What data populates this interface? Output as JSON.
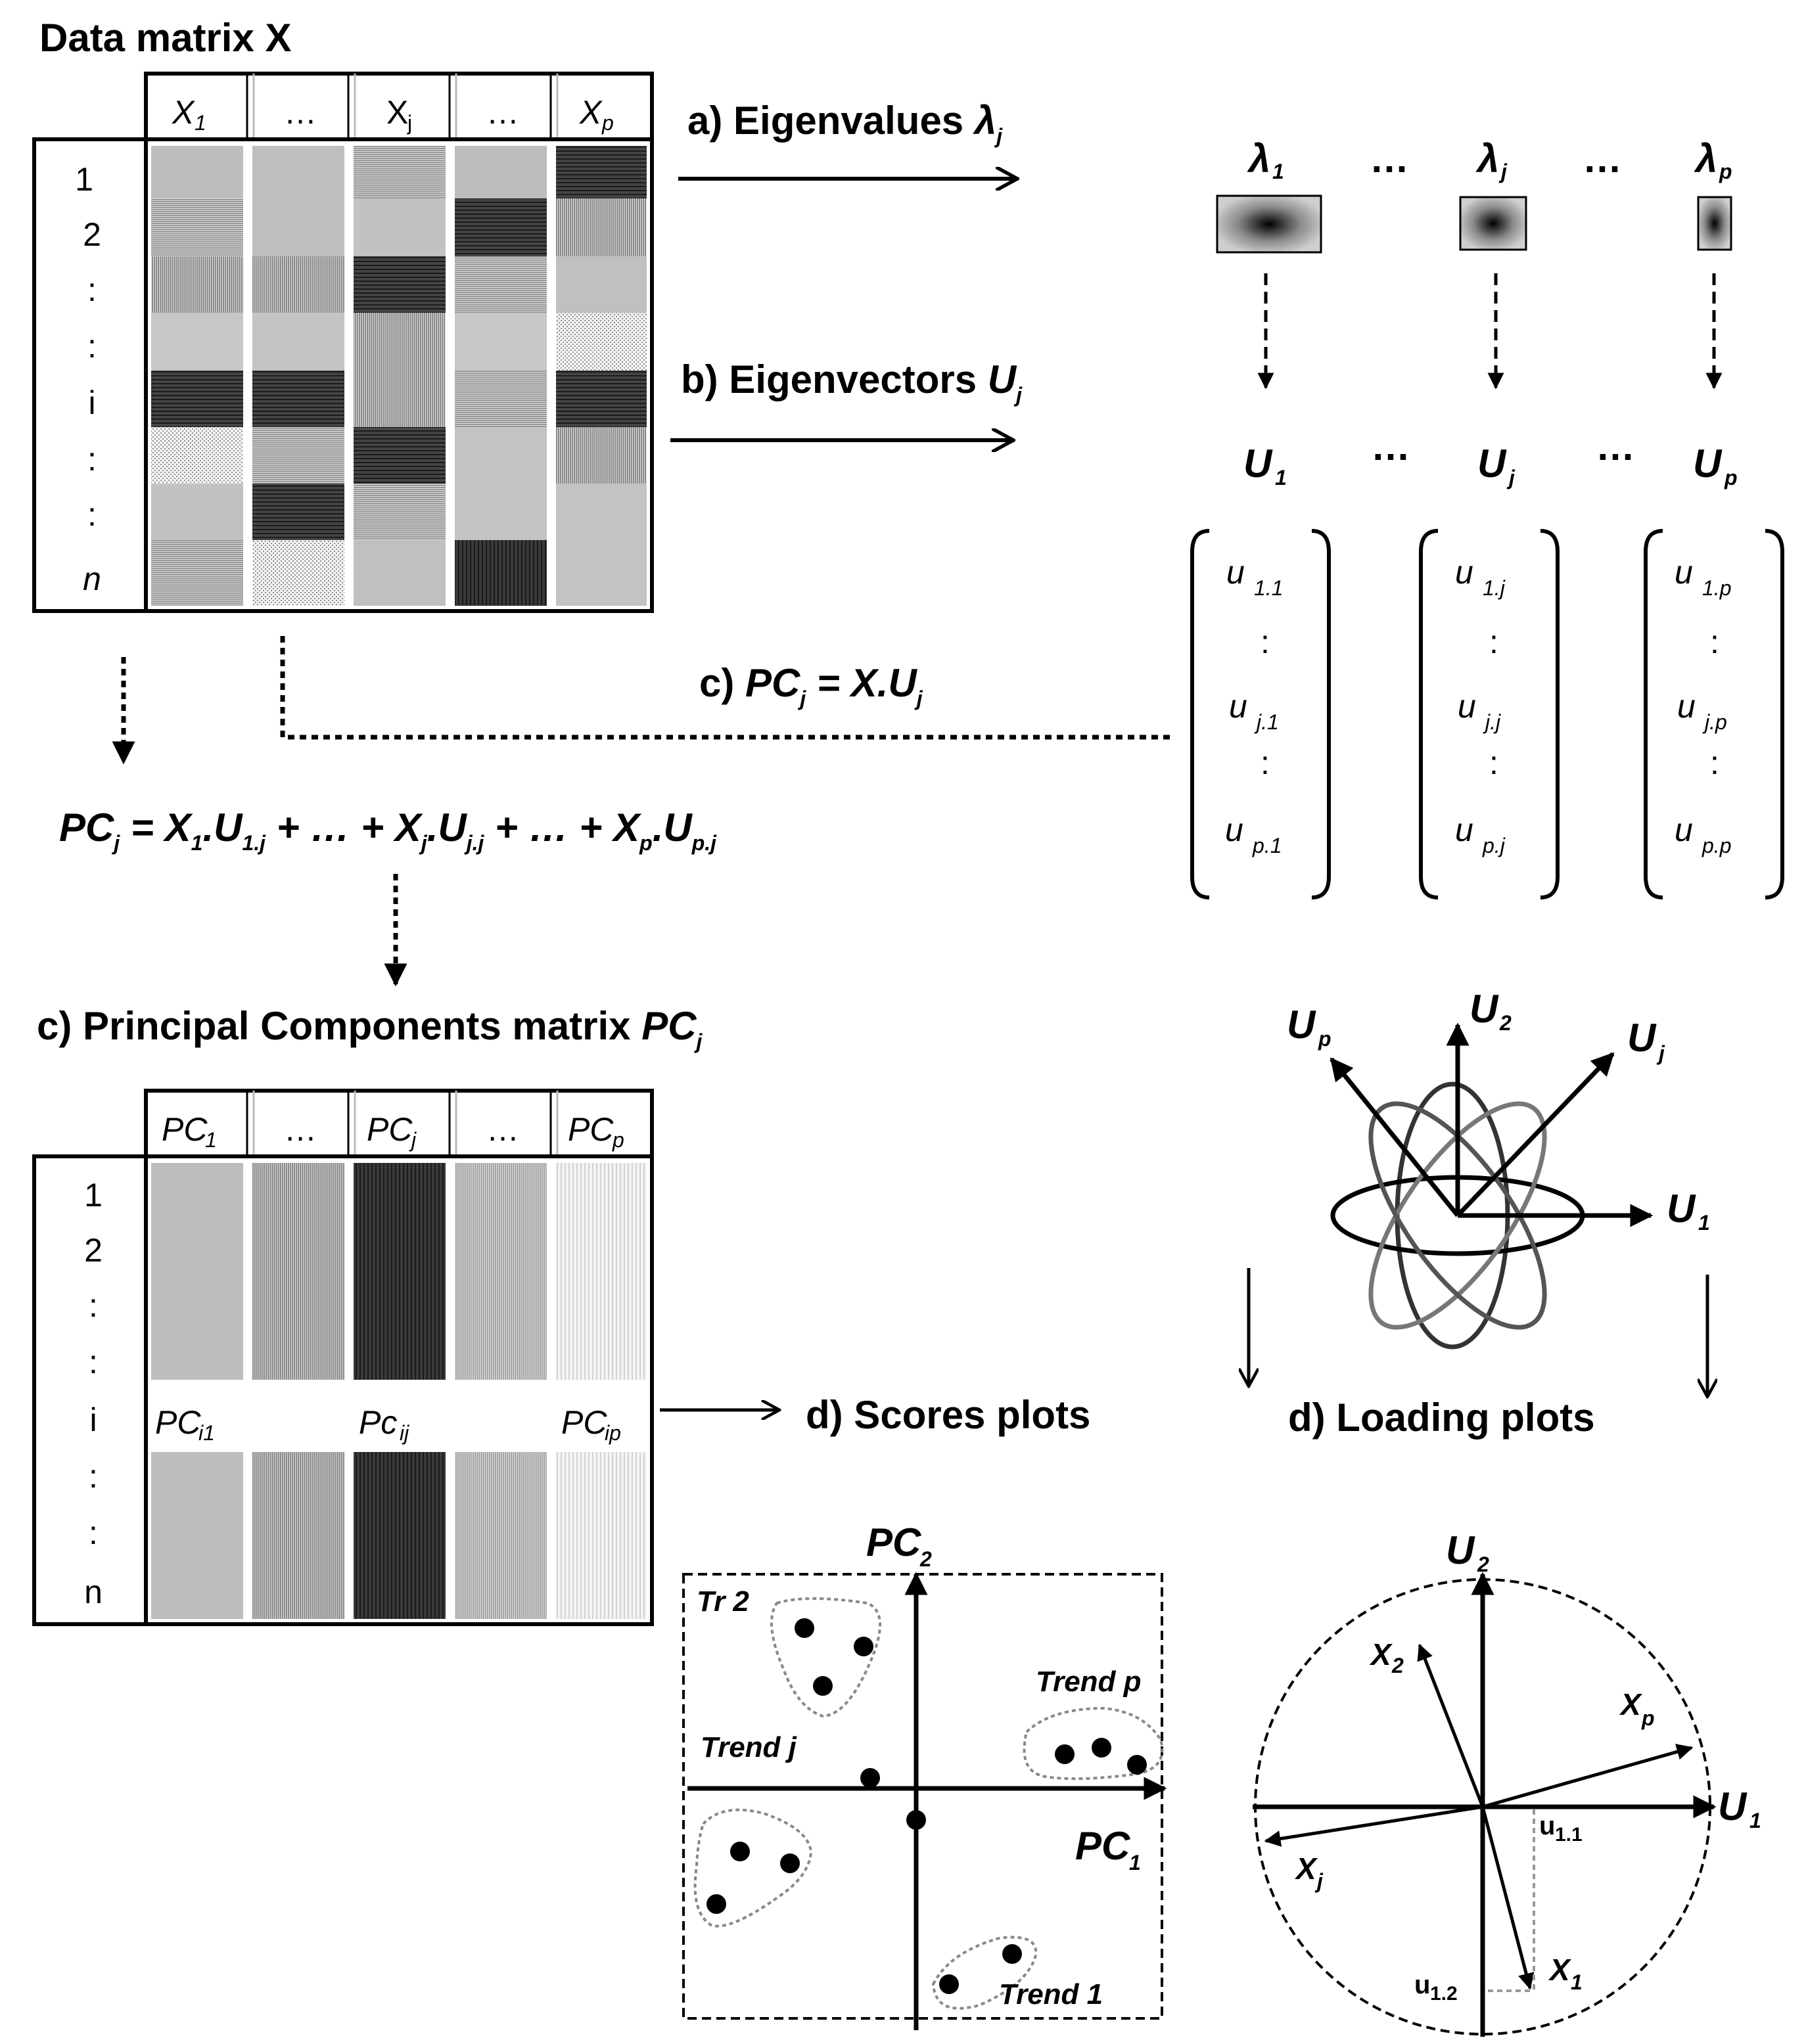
{
  "data_matrix": {
    "title": "Data matrix X",
    "col_main": [
      "X",
      "…",
      "X",
      "…",
      "X"
    ],
    "col_sub": [
      "1",
      "",
      "j",
      "",
      "p"
    ],
    "rows": [
      "1",
      "2",
      ":",
      ":",
      "i",
      ":",
      ":",
      "n"
    ]
  },
  "steps": {
    "eigenvalues_prefix": "a) Eigenvalues ",
    "eigenvalues_sym": "λ",
    "eigenvalues_sub": "j",
    "eigenvectors_prefix": "b) Eigenvectors ",
    "eigenvectors_sym": "U",
    "eigenvectors_sub": "j",
    "pc_prefix": "c) ",
    "pc_formula": "PC",
    "pc_formula_sub": "j",
    "pc_formula_rest": " = X.U",
    "pc_formula_rest_sub": "j"
  },
  "lambdas": {
    "sym": "λ",
    "subs": [
      "1",
      "j",
      "p"
    ],
    "dots": "…"
  },
  "eigvecs": {
    "sym": "U",
    "subs": [
      "1",
      "j",
      "p"
    ],
    "dots": "…",
    "entries": [
      [
        "1.1",
        "j.1",
        "p.1"
      ],
      [
        "1.j",
        "j.j",
        "p.j"
      ],
      [
        "1.p",
        "j.p",
        "p.p"
      ]
    ],
    "letter": "u",
    "colon": ":"
  },
  "expansion": {
    "t1": "PC",
    "s1": "j",
    "t2": " = X",
    "s2": "1",
    "t3": ".U",
    "s3": "1.j",
    "t4": " + … + X",
    "s4": "j",
    "t5": ".U",
    "s5": "j.j",
    "t6": " + … + X",
    "s6": "p",
    "t7": ".U",
    "s7": "p.j"
  },
  "pc_matrix": {
    "title_prefix": "c) Principal Components matrix ",
    "title_sym": "PC",
    "title_sub": "j",
    "col_main": [
      "PC",
      "…",
      "PC",
      "…",
      "PC"
    ],
    "col_sub": [
      "1",
      "",
      "j",
      "",
      "p"
    ],
    "rows": [
      "1",
      "2",
      ":",
      ":",
      "i",
      ":",
      ":",
      "n"
    ],
    "row_i_labels": [
      {
        "main": "PC",
        "sub": "i1"
      },
      {
        "main": "Pc",
        "sub": "ij"
      },
      {
        "main": "PC",
        "sub": "ip"
      }
    ]
  },
  "loading_axes": {
    "up": {
      "main": "U",
      "sub": "2"
    },
    "left": {
      "main": "U",
      "sub": "p"
    },
    "right_up": {
      "main": "U",
      "sub": "j"
    },
    "right": {
      "main": "U",
      "sub": "1"
    }
  },
  "scores_plot": {
    "title": "d) Scores plots",
    "y_main": "PC",
    "y_sub": "2",
    "x_main": "PC",
    "x_sub": "1",
    "labels": [
      "Tr 2",
      "Trend j",
      "Trend p",
      "Trend 1"
    ]
  },
  "loading_plot": {
    "title": "d) Loading plots",
    "y_main": "U",
    "y_sub": "2",
    "x_main": "U",
    "x_sub": "1",
    "vectors": [
      {
        "main": "X",
        "sub": "2"
      },
      {
        "main": "X",
        "sub": "p"
      },
      {
        "main": "X",
        "sub": "j"
      },
      {
        "main": "X",
        "sub": "1"
      }
    ],
    "u11": {
      "main": "u",
      "sub": "1.1"
    },
    "u12": {
      "main": "u",
      "sub": "1.2"
    }
  }
}
